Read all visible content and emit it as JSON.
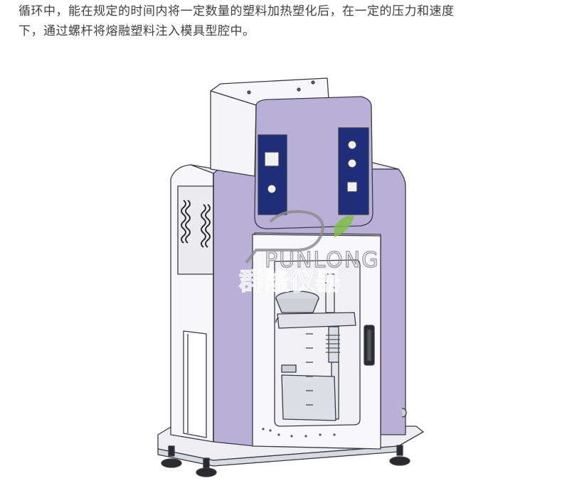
{
  "description": {
    "line1": "循环中，能在规定的时间内将一定数量的塑料加热塑化后，在一定的压力和速度",
    "line2": "下，通过螺杆将熔融塑料注入模具型腔中。"
  },
  "watermark": {
    "latin": "PUNLONG",
    "cn": "群隆仪器",
    "color": "#8c8c8c",
    "leaf_color": "#7cc243"
  },
  "colors": {
    "body_purple": "#b9b0d8",
    "panel_navy": "#1f2e7a",
    "frame_white": "#f7f7fa",
    "outline": "#3a3a46"
  }
}
